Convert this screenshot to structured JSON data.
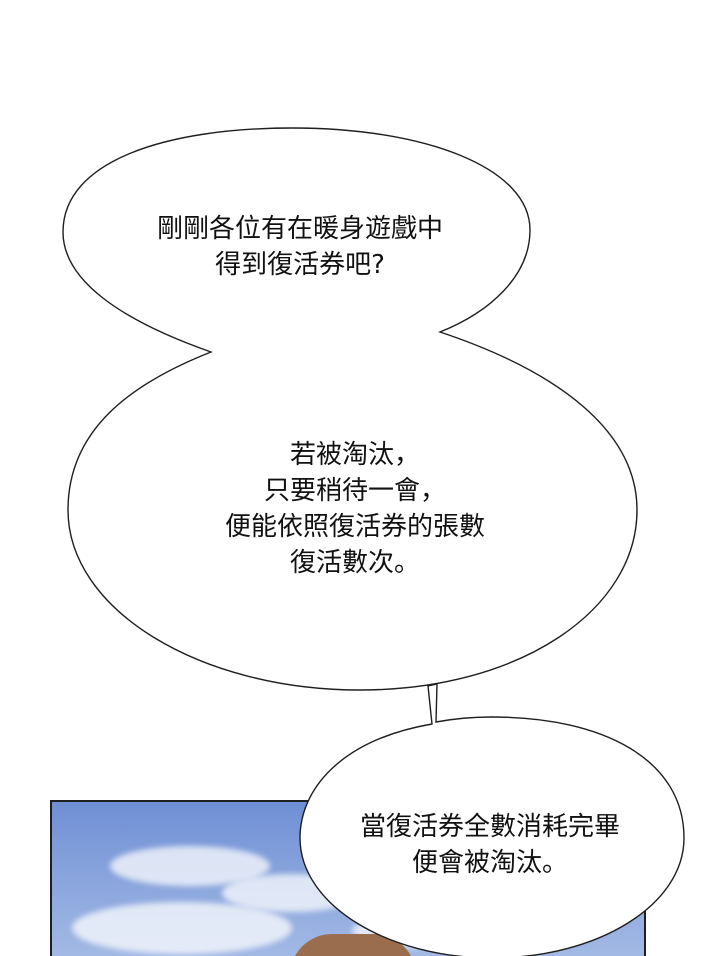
{
  "speech_bubbles": [
    {
      "lines": [
        "剛剛各位有在暖身遊戲中",
        "得到復活券吧?"
      ]
    },
    {
      "lines": [
        "若被淘汰，",
        "只要稍待一會，",
        "便能依照復活券的張數",
        "復活數次。"
      ]
    },
    {
      "lines": [
        "當復活券全數消耗完畢",
        "便會被淘汰。"
      ]
    }
  ]
}
